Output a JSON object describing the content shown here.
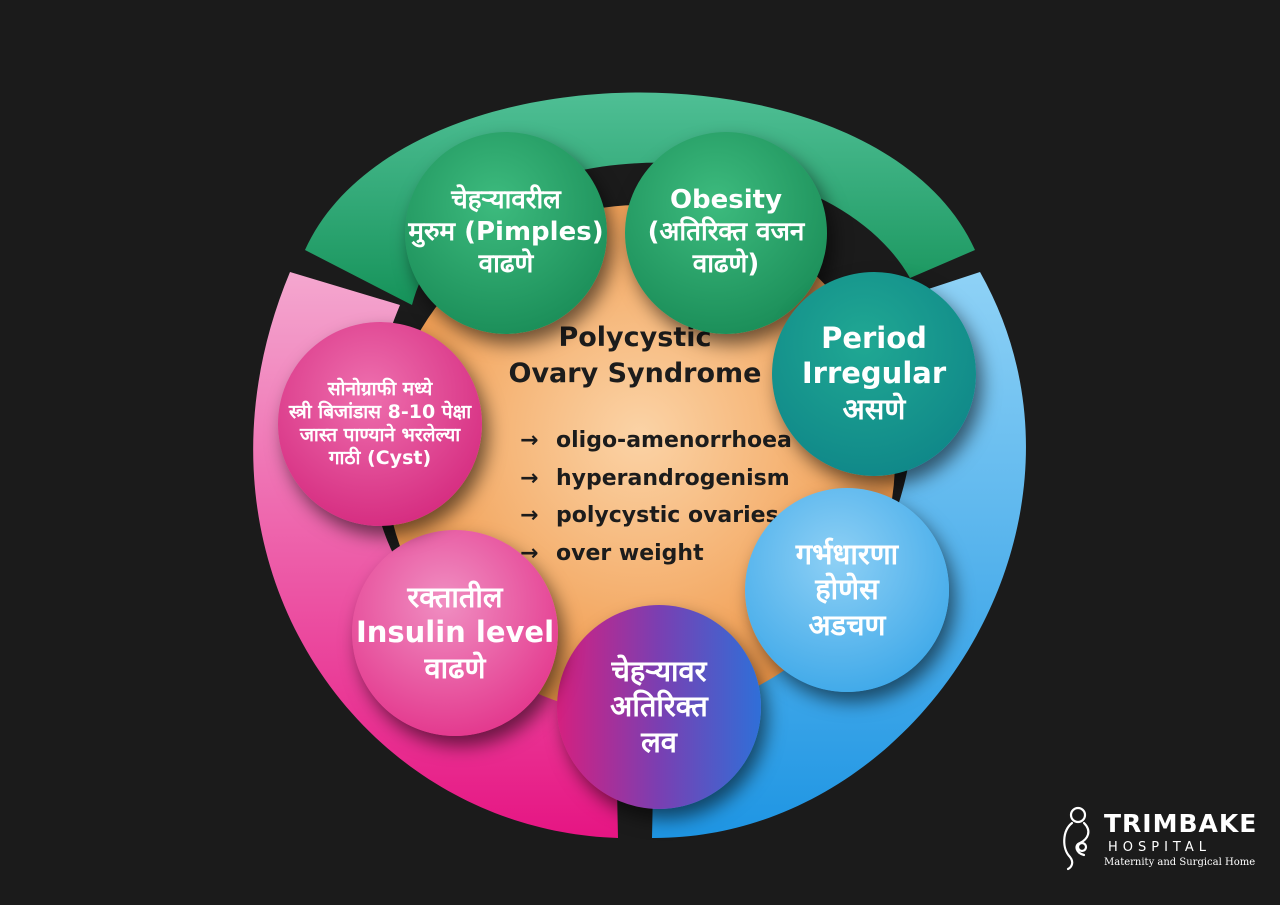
{
  "center": {
    "title_line1": "Polycystic",
    "title_line2": "Ovary Syndrome",
    "features": [
      "oligo-amenorrhoea",
      "hyperandrogenism",
      "polycystic ovaries",
      "over weight"
    ],
    "arrow": "→"
  },
  "bubbles": [
    {
      "id": "pimples",
      "lines": [
        "चेहऱ्यावरील",
        "मुरुम (Pimples)",
        "वाढणे"
      ]
    },
    {
      "id": "obesity",
      "lines": [
        "Obesity",
        "(अतिरिक्त वजन",
        "वाढणे)"
      ]
    },
    {
      "id": "period",
      "lines": [
        "Period",
        "Irregular",
        "असणे"
      ]
    },
    {
      "id": "pregnancy",
      "lines": [
        "गर्भधारणा",
        "होणेस",
        "अडचण"
      ]
    },
    {
      "id": "facial-hair",
      "lines": [
        "चेहऱ्यावर",
        "अतिरिक्त",
        "लव"
      ]
    },
    {
      "id": "insulin",
      "lines": [
        "रक्तातील",
        "Insulin level",
        "वाढणे"
      ]
    },
    {
      "id": "cyst",
      "lines": [
        "सोनोग्राफी मध्ये",
        "स्त्री बिजांडास 8-10 पेक्षा",
        "जास्त पाण्याने भरलेल्या",
        "गाठी (Cyst)"
      ]
    }
  ],
  "brand": {
    "name": "TRIMBAKE",
    "subtitle": "HOSPITAL",
    "tagline": "Maternity and Surgical Home"
  },
  "colors": {
    "background": "#1b1b1b",
    "green": "#1e9e63",
    "blue": "#2b9fe6",
    "pink": "#e6268a",
    "center": "#f2a35c"
  },
  "icons": {
    "bullet": "arrow-right-icon",
    "logo": "mother-child-logo-icon"
  }
}
